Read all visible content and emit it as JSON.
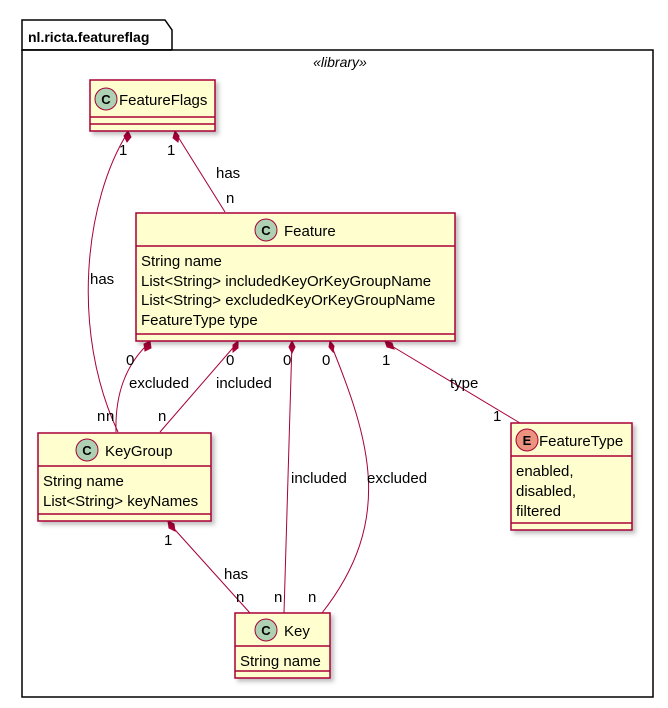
{
  "package": {
    "name": "nl.ricta.featureflag",
    "stereotype": "«library»"
  },
  "classes": {
    "featureflags": {
      "name": "FeatureFlags",
      "kind": "C",
      "attributes": []
    },
    "feature": {
      "name": "Feature",
      "kind": "C",
      "attributes": [
        "String name",
        "List<String> includedKeyOrKeyGroupName",
        "List<String> excludedKeyOrKeyGroupName",
        "FeatureType type"
      ]
    },
    "keygroup": {
      "name": "KeyGroup",
      "kind": "C",
      "attributes": [
        "String name",
        "List<String> keyNames"
      ]
    },
    "key": {
      "name": "Key",
      "kind": "C",
      "attributes": [
        "String name"
      ]
    },
    "featuretype": {
      "name": "FeatureType",
      "kind": "E",
      "values": [
        "enabled,",
        "disabled,",
        "filtered"
      ]
    }
  },
  "relations": {
    "ff_feature": {
      "label": "has",
      "from_mult": "1",
      "to_mult": "n"
    },
    "ff_keygroup": {
      "label": "has",
      "from_mult": "1",
      "to_mult": "n"
    },
    "feature_keygroup_excluded": {
      "label": "excluded",
      "from_mult": "0",
      "to_mult": "n"
    },
    "feature_keygroup_included": {
      "label": "included",
      "from_mult": "0",
      "to_mult": "n"
    },
    "feature_key_included": {
      "label": "included",
      "from_mult": "0",
      "to_mult": "n"
    },
    "feature_key_excluded": {
      "label": "excluded",
      "from_mult": "0",
      "to_mult": "n"
    },
    "feature_type": {
      "label": "type",
      "from_mult": "1",
      "to_mult": "1"
    },
    "keygroup_key": {
      "label": "has",
      "from_mult": "1",
      "to_mult": "n"
    }
  },
  "colors": {
    "class_fill": "#FEFECE",
    "class_border": "#A80036",
    "circle_class": "#ADD1B2",
    "circle_enum": "#EB937F",
    "line": "#A80036",
    "package_border": "#000000"
  }
}
